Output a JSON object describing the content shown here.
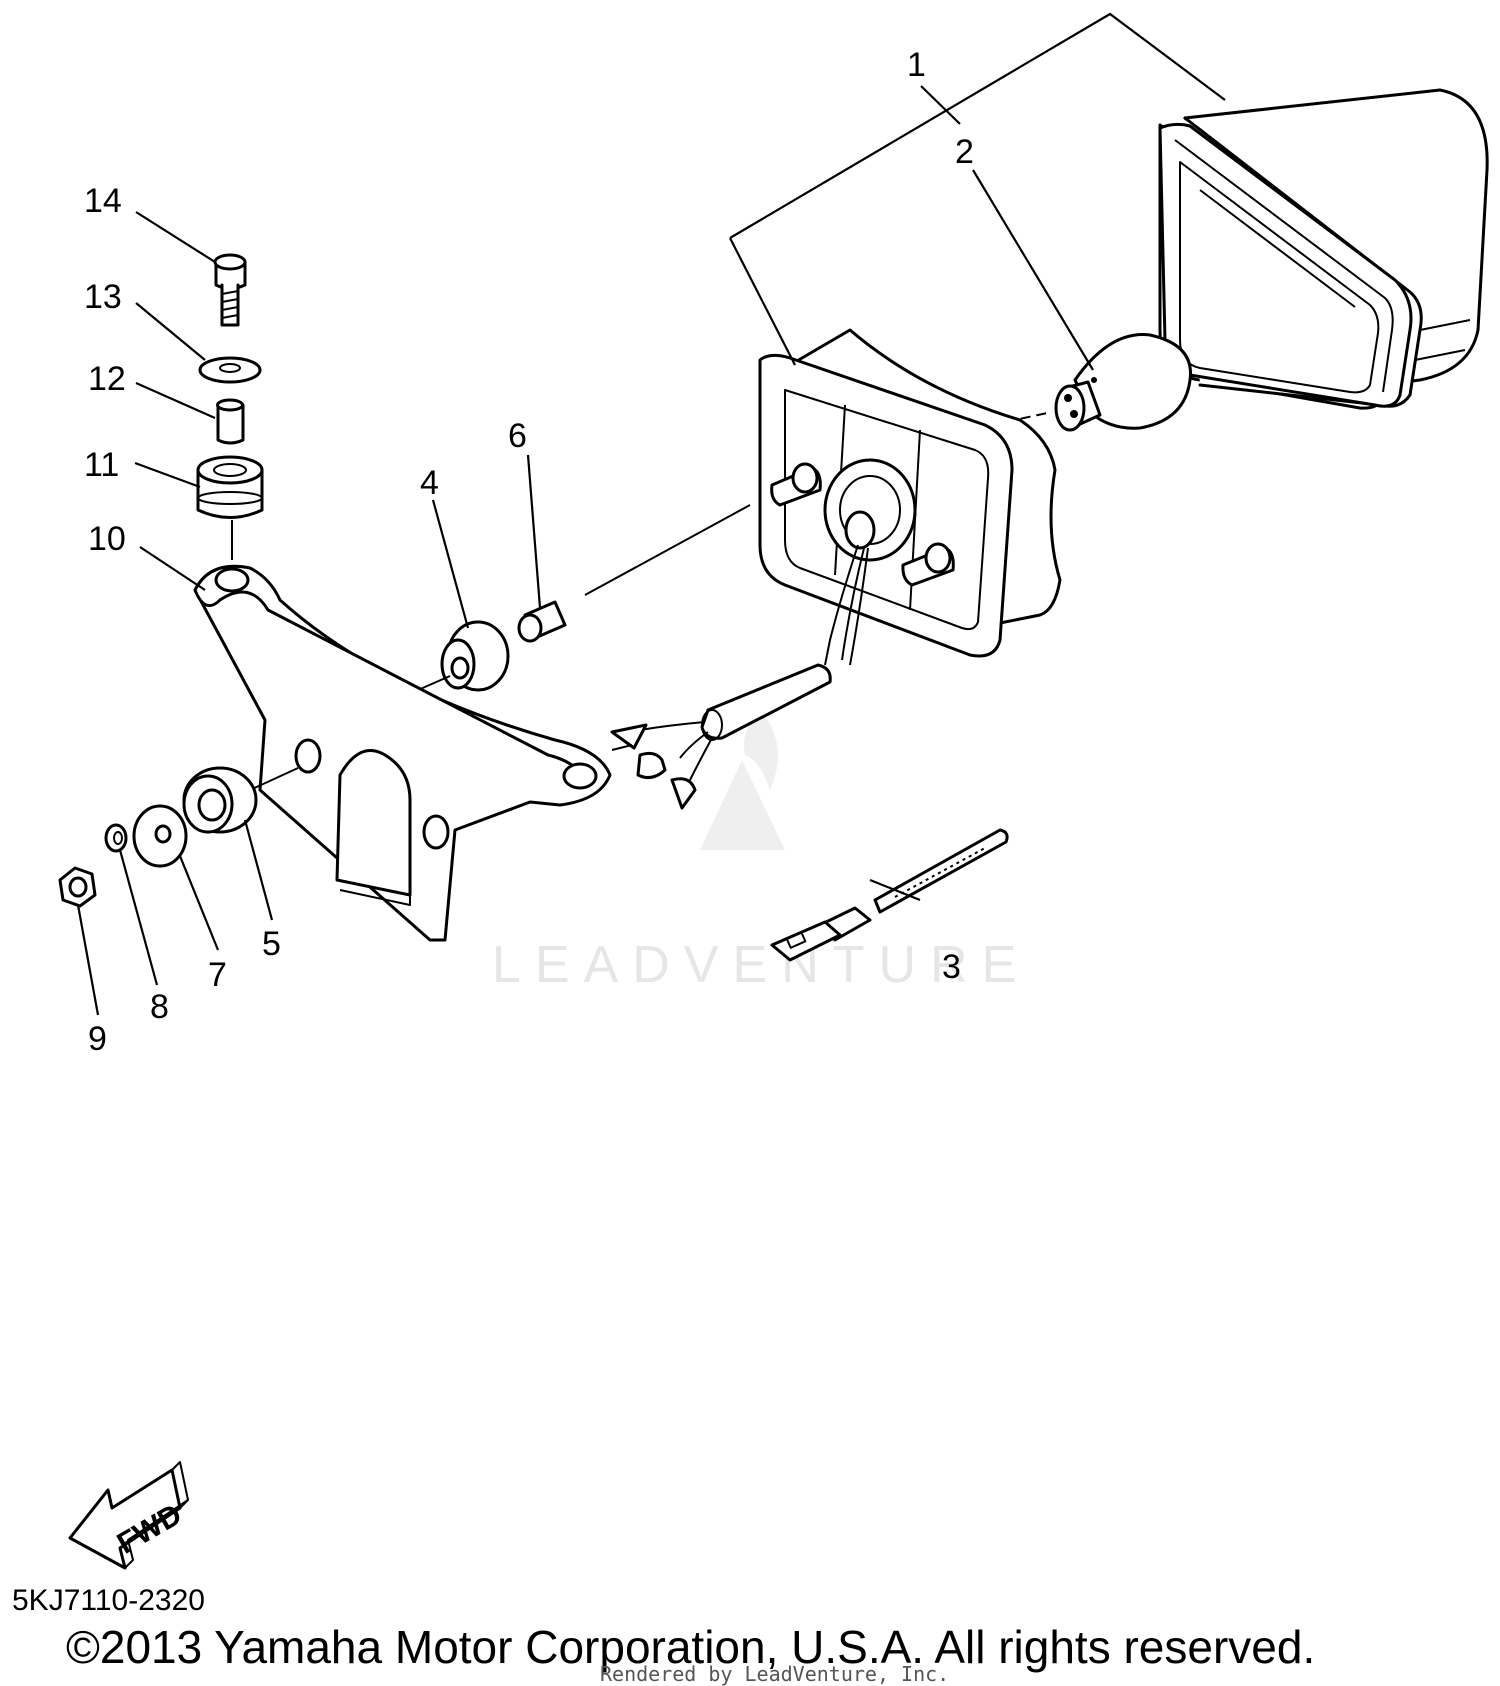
{
  "diagram": {
    "part_numbers": [
      "1",
      "2",
      "3",
      "4",
      "5",
      "6",
      "7",
      "8",
      "9",
      "10",
      "11",
      "12",
      "13",
      "14"
    ],
    "fwd_label": "FWD",
    "watermark": "LEADVENTURE",
    "diagram_code": "5KJ7110-2320",
    "copyright": "©2013 Yamaha Motor Corporation, U.S.A. All rights reserved.",
    "rendered_by": "Rendered by LeadVenture, Inc."
  }
}
